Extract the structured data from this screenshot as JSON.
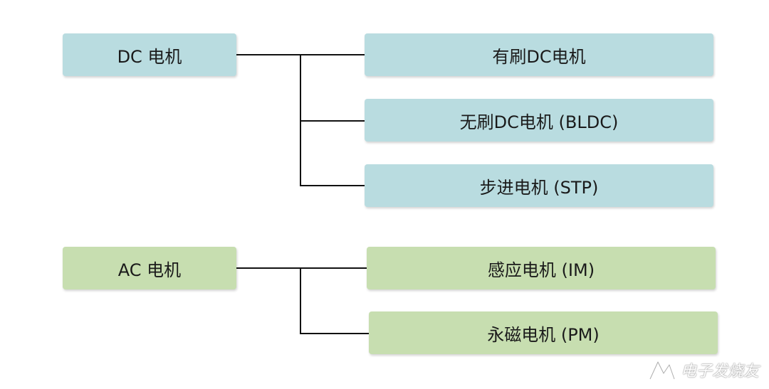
{
  "diagram": {
    "dc": {
      "root": "DC 电机",
      "children": [
        "有刷DC电机",
        "无刷DC电机 (BLDC)",
        "步进电机 (STP)"
      ]
    },
    "ac": {
      "root": "AC 电机",
      "children": [
        "感应电机 (IM)",
        "永磁电机 (PM)"
      ]
    }
  },
  "watermark": {
    "text": "电子发烧友",
    "icon": "elecfans-logo-icon"
  },
  "colors": {
    "dc_box": "#b9dce0",
    "ac_box": "#c7deb0",
    "connector": "#111111"
  }
}
